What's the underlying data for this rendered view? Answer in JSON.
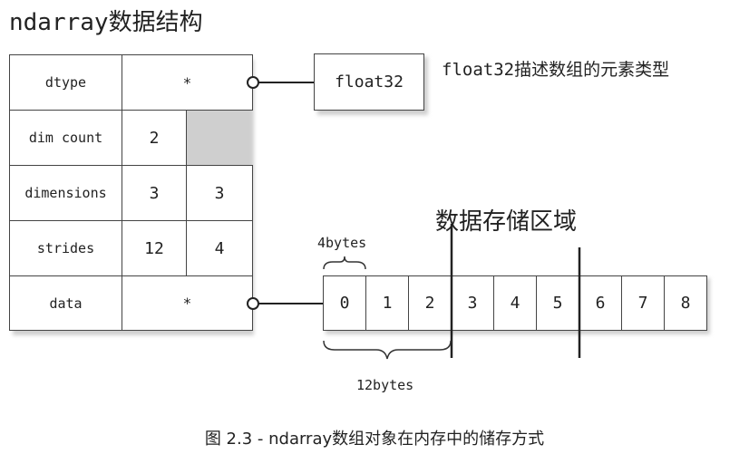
{
  "title": "ndarray数据结构",
  "struct_table": {
    "dtype_label": "dtype",
    "dtype_value": "*",
    "dimcount_label": "dim count",
    "dimcount_value": "2",
    "dimensions_label": "dimensions",
    "dimensions_values": [
      "3",
      "3"
    ],
    "strides_label": "strides",
    "strides_values": [
      "12",
      "4"
    ],
    "data_label": "data",
    "data_value": "*"
  },
  "dtype_box": {
    "value": "float32",
    "description": "float32描述数组的元素类型"
  },
  "storage": {
    "title": "数据存储区域",
    "cells": [
      "0",
      "1",
      "2",
      "3",
      "4",
      "5",
      "6",
      "7",
      "8"
    ],
    "brace_small_label": "4bytes",
    "brace_large_label": "12bytes"
  },
  "caption": "图 2.3 - ndarray数组对象在内存中的储存方式"
}
